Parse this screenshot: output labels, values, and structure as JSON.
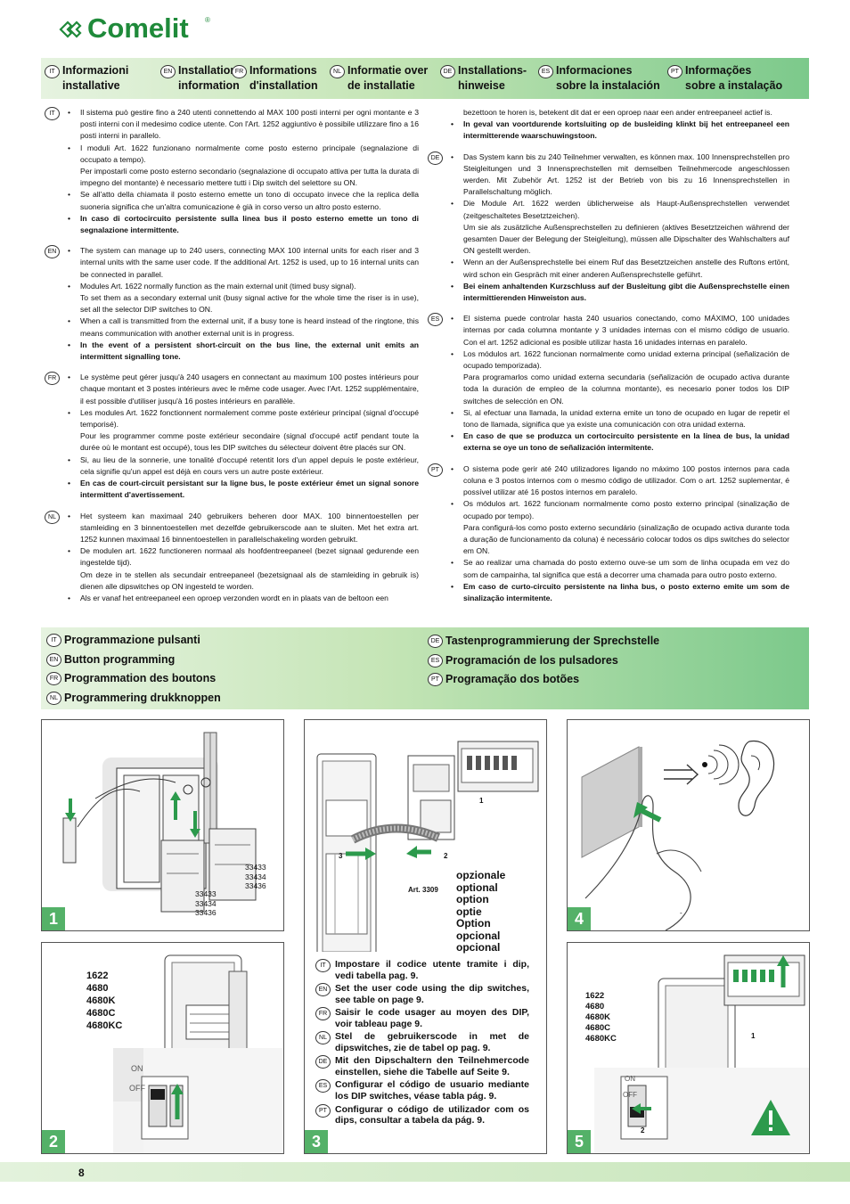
{
  "brand": {
    "name": "Comelit",
    "reg": "®",
    "color": "#1f8a3a",
    "accent": "#54b168"
  },
  "install_header": [
    {
      "code": "IT",
      "label": "Informazioni\ninstallative"
    },
    {
      "code": "EN",
      "label": "Installation\ninformation"
    },
    {
      "code": "FR",
      "label": "Informations\nd'installation"
    },
    {
      "code": "NL",
      "label": "Informatie over\nde installatie"
    },
    {
      "code": "DE",
      "label": "Installations-\nhinweise"
    },
    {
      "code": "ES",
      "label": "Informaciones\nsobre la instalación"
    },
    {
      "code": "PT",
      "label": "Informações\nsobre a instalação"
    }
  ],
  "left_column": [
    {
      "code": "IT",
      "items": [
        {
          "t": "Il sistema può gestire fino a 240 utenti connettendo al MAX 100 posti interni per ogni montante e 3 posti interni con il medesimo codice utente. Con l'Art. 1252 aggiuntivo è possibile utilizzare fino a 16 posti interni in parallelo."
        },
        {
          "t": "I moduli Art. 1622 funzionano normalmente come posto esterno principale (segnalazione di occupato a tempo).",
          "sub": "Per impostarli come posto esterno secondario (segnalazione di occupato attiva per tutta la durata di impegno del montante) è necessario mettere tutti i Dip switch del selettore su ON."
        },
        {
          "t": "Se all'atto della chiamata il posto esterno emette un tono di occupato invece che la replica della suoneria significa che un'altra comunicazione è già in corso verso un altro posto esterno."
        },
        {
          "t": "In caso di cortocircuito persistente sulla linea bus il posto esterno emette un tono di segnalazione intermittente.",
          "bold": true
        }
      ]
    },
    {
      "code": "EN",
      "items": [
        {
          "t": "The system can manage up to 240 users, connecting MAX 100 internal units for each riser and 3 internal units with the same user code. If the additional Art. 1252 is used, up to 16 internal units can be connected in parallel."
        },
        {
          "t": "Modules Art. 1622 normally function as the main external unit (timed busy signal).",
          "sub": "To set them as a secondary external unit (busy signal active for the whole time the riser is in use), set all the selector DIP switches to ON."
        },
        {
          "t": "When a call is transmitted from the external unit, if a busy tone is heard instead of the ringtone, this means communication with another external unit is in progress."
        },
        {
          "t": "In the event of a persistent short-circuit on the bus line, the external unit emits an intermittent signalling tone.",
          "bold": true
        }
      ]
    },
    {
      "code": "FR",
      "items": [
        {
          "t": "Le système peut gérer jusqu'à 240 usagers en connectant au maximum 100 postes intérieurs pour chaque montant et 3 postes intérieurs avec le même code usager. Avec l'Art. 1252 supplémentaire, il est possible d'utiliser jusqu'à 16 postes intérieurs en parallèle."
        },
        {
          "t": "Les modules Art. 1622 fonctionnent normalement comme poste extérieur principal (signal d'occupé temporisé).",
          "sub": "Pour les programmer comme poste extérieur secondaire (signal d'occupé actif pendant toute la durée où le montant est occupé), tous les DIP switches du sélecteur doivent être placés sur ON."
        },
        {
          "t": "Si, au lieu de la sonnerie, une tonalité d'occupé retentit lors d'un appel depuis le poste extérieur, cela signifie qu'un appel est déjà en cours vers un autre poste extérieur."
        },
        {
          "t": "En cas de court-circuit persistant sur la ligne bus, le poste extérieur émet un signal sonore intermittent d'avertissement.",
          "bold": true
        }
      ]
    },
    {
      "code": "NL",
      "items": [
        {
          "t": "Het systeem kan maximaal 240 gebruikers beheren door MAX. 100 binnentoestellen per stamleiding en 3 binnentoestellen met dezelfde gebruikerscode aan te sluiten. Met het extra art. 1252 kunnen maximaal 16 binnentoestellen in parallelschakeling worden gebruikt."
        },
        {
          "t": "De modulen art. 1622 functioneren normaal als hoofdentreepaneel (bezet signaal gedurende een ingestelde tijd).",
          "sub": "Om deze in te stellen als secundair entreepaneel (bezetsignaal als de stamleiding in gebruik is) dienen alle dipswitches op ON ingesteld te worden."
        },
        {
          "t": "Als er vanaf het entreepaneel een oproep verzonden wordt en in plaats van de beltoon een"
        }
      ]
    }
  ],
  "right_column": [
    {
      "code": "",
      "cont": "bezettoon te horen is, betekent dit dat er een oproep naar een ander entreepaneel actief is.",
      "items": [
        {
          "t": "In geval van voortdurende kortsluiting op de busleiding klinkt bij het entreepaneel een intermitterende waarschuwingstoon.",
          "bold": true
        }
      ]
    },
    {
      "code": "DE",
      "items": [
        {
          "t": "Das System kann bis zu 240 Teilnehmer verwalten, es können max. 100 Innensprechstellen pro Steigleitungen und 3 Innensprechstellen mit demselben Teilnehmercode angeschlossen werden. Mit Zubehör Art. 1252 ist der Betrieb von bis zu 16 Innensprechstellen in Parallelschaltung möglich."
        },
        {
          "t": "Die Module Art. 1622 werden üblicherweise als Haupt-Außensprechstellen verwendet (zeitgeschaltetes Besetztzeichen).",
          "sub": "Um sie als zusätzliche Außensprechstellen zu definieren (aktives Besetztzeichen während der gesamten Dauer der Belegung der Steigleitung), müssen alle Dipschalter des Wahlschalters auf ON gestellt werden."
        },
        {
          "t": "Wenn an der Außensprechstelle bei einem Ruf das Besetztzeichen anstelle des Ruftons ertönt, wird schon ein Gespräch mit einer anderen Außensprechstelle geführt."
        },
        {
          "t": "Bei einem anhaltenden Kurzschluss auf der Busleitung gibt die Außensprechstelle einen intermittierenden Hinweiston aus.",
          "bold": true
        }
      ]
    },
    {
      "code": "ES",
      "items": [
        {
          "t": "El sistema puede controlar hasta 240 usuarios conectando, como MÁXIMO, 100 unidades internas por cada columna montante y 3 unidades internas con el mismo código de usuario. Con el art. 1252 adicional es posible utilizar hasta 16 unidades internas en paralelo."
        },
        {
          "t": "Los módulos art. 1622 funcionan normalmente como unidad externa principal (señalización de ocupado temporizada).",
          "sub": "Para programarlos como unidad externa secundaria (señalización de ocupado activa durante toda la duración de empleo de la columna montante), es necesario poner todos los DIP switches de selección en ON."
        },
        {
          "t": "Si, al efectuar una llamada, la unidad externa emite un tono de ocupado en lugar de repetir el tono de llamada, significa que ya existe una comunicación con otra unidad externa."
        },
        {
          "t": "En caso de que se produzca un cortocircuito persistente en la línea de bus, la unidad externa se oye un tono de señalización intermitente.",
          "bold": true
        }
      ]
    },
    {
      "code": "PT",
      "items": [
        {
          "t": "O sistema pode gerir até 240 utilizadores ligando no máximo 100 postos internos para cada coluna e 3 postos internos com o mesmo código de utilizador. Com o art. 1252 suplementar, é possível utilizar até 16 postos internos em paralelo."
        },
        {
          "t": "Os módulos art. 1622 funcionam normalmente como posto externo principal (sinalização de ocupado por tempo).",
          "sub": "Para configurá-los como posto externo secundário (sinalização de ocupado activa durante toda a duração de funcionamento da coluna) é necessário colocar todos os dips switches do selector em ON."
        },
        {
          "t": "Se ao realizar uma chamada do posto externo ouve-se um som de linha ocupada em vez do som de campainha, tal significa que está a decorrer uma chamada para outro posto externo."
        },
        {
          "t": "Em caso de curto-circuito persistente na linha bus, o posto externo emite um som de sinalização intermitente.",
          "bold": true
        }
      ]
    }
  ],
  "programming_header": {
    "left": [
      {
        "code": "IT",
        "label": "Programmazione pulsanti"
      },
      {
        "code": "EN",
        "label": "Button programming"
      },
      {
        "code": "FR",
        "label": "Programmation des boutons"
      },
      {
        "code": "NL",
        "label": "Programmering drukknoppen"
      }
    ],
    "right": [
      {
        "code": "DE",
        "label": "Tastenprogrammierung der Sprechstelle"
      },
      {
        "code": "ES",
        "label": "Programación de los pulsadores"
      },
      {
        "code": "PT",
        "label": "Programação dos botões"
      }
    ]
  },
  "panels": {
    "p1": {
      "num": "1",
      "codes_a": "33433\n33434\n33436",
      "codes_b": "33433\n33434\n33436"
    },
    "p2": {
      "num": "2",
      "models": "1622\n4680\n4680K\n4680C\n4680KC",
      "on": "ON",
      "off": "OFF"
    },
    "p3": {
      "num": "3",
      "art": "Art. 3309",
      "label_1": "1",
      "label_2": "2",
      "label_3": "3",
      "optional": [
        "opzionale",
        "optional",
        "option",
        "optie",
        "Option",
        "opcional",
        "opcional"
      ]
    },
    "p4": {
      "num": "4",
      "dash": "-"
    },
    "p5": {
      "num": "5",
      "models": "1622\n4680\n4680K\n4680C\n4680KC",
      "on": "ON",
      "off": "OFF",
      "label_1": "1",
      "label_2": "2"
    }
  },
  "instructions": [
    {
      "code": "IT",
      "t": "Impostare il codice utente tramite i dip, vedi tabella pag. 9."
    },
    {
      "code": "EN",
      "t": "Set the user code using the dip switches, see table on page 9."
    },
    {
      "code": "FR",
      "t": "Saisir le code usager au moyen des DIP, voir tableau page 9."
    },
    {
      "code": "NL",
      "t": "Stel de gebruikerscode in met de dipswitches, zie de tabel op pag. 9."
    },
    {
      "code": "DE",
      "t": "Mit den Dipschaltern den Teilnehmercode einstellen, siehe die Tabelle auf Seite 9."
    },
    {
      "code": "ES",
      "t": "Configurar el código de usuario mediante los DIP switches, véase tabla pág. 9."
    },
    {
      "code": "PT",
      "t": "Configurar o código de utilizador com os dips, consultar a tabela da pág. 9."
    }
  ],
  "footer": {
    "page": "8"
  }
}
